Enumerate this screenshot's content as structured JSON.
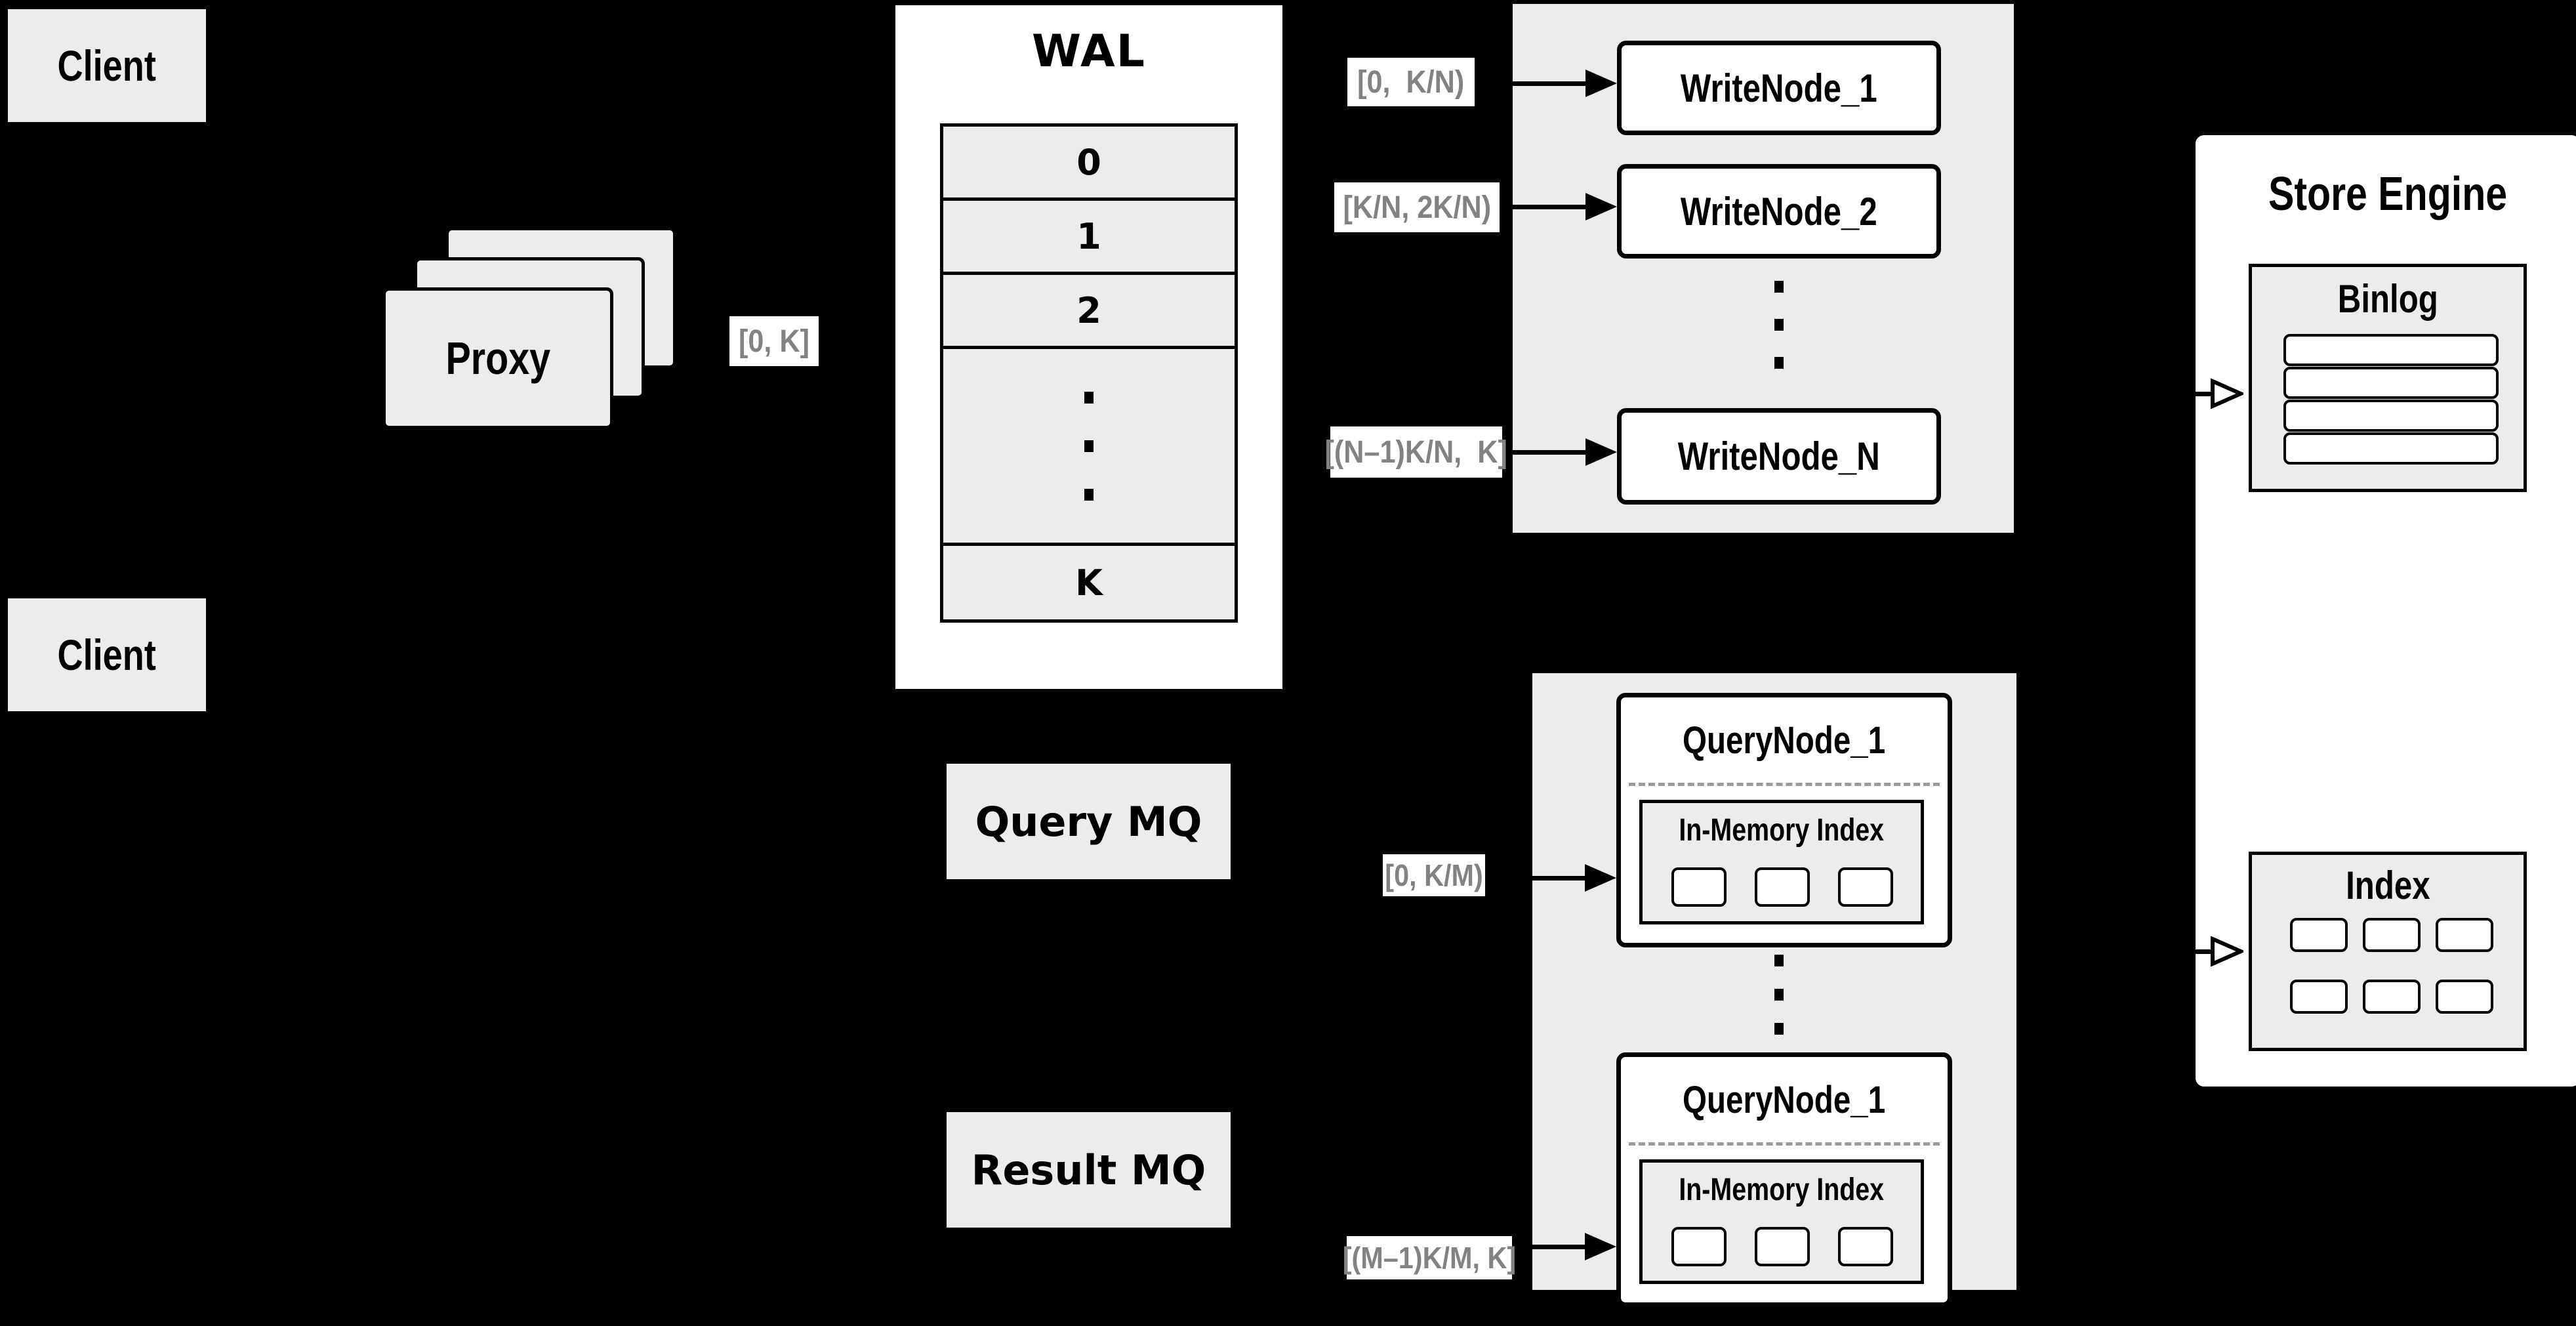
{
  "colors": {
    "background": "#000000",
    "panel_gray": "#ececec",
    "box_white": "#ffffff",
    "border_black": "#000000",
    "range_label_text": "#828282"
  },
  "clients": {
    "top": "Client",
    "bottom": "Client"
  },
  "proxy": {
    "label": "Proxy",
    "range": "[0, K]"
  },
  "wal": {
    "title": "WAL",
    "segments": [
      "0",
      "1",
      "2"
    ],
    "last_segment": "K"
  },
  "write_cluster": {
    "ranges": [
      "[0,  K/N)",
      "[K/N, 2K/N)",
      "[(N–1)K/N,  K]"
    ],
    "nodes": [
      "WriteNode_1",
      "WriteNode_2",
      "WriteNode_N"
    ]
  },
  "mq": {
    "query": "Query MQ",
    "result": "Result MQ"
  },
  "query_cluster": {
    "ranges": [
      "[0, K/M)",
      "[(M–1)K/M, K]"
    ],
    "nodes": [
      {
        "title": "QueryNode_1",
        "index_title": "In-Memory Index"
      },
      {
        "title": "QueryNode_1",
        "index_title": "In-Memory Index"
      }
    ]
  },
  "store_engine": {
    "title": "Store Engine",
    "binlog": "Binlog",
    "index": "Index"
  }
}
